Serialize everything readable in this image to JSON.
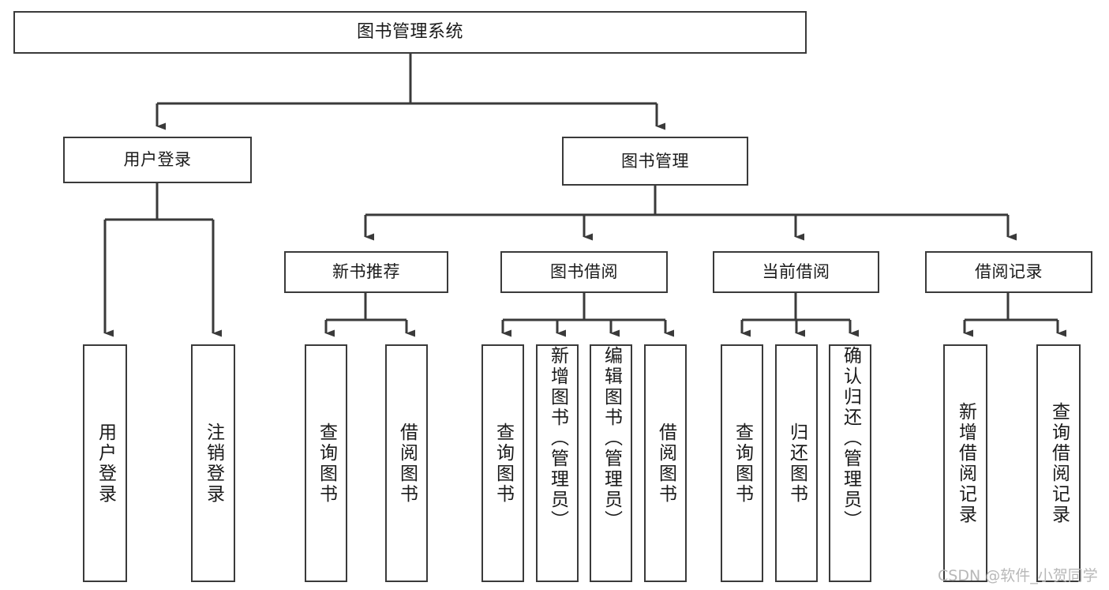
{
  "diagram": {
    "type": "tree-hierarchy",
    "title": "图书管理系统",
    "orientation": "top-down",
    "root": {
      "id": "root",
      "label": "图书管理系统",
      "level": 0
    },
    "level1": [
      {
        "id": "user-login",
        "label": "用户登录"
      },
      {
        "id": "book-management",
        "label": "图书管理"
      }
    ],
    "level2": [
      {
        "id": "new-book-recommend",
        "label": "新书推荐",
        "parent": "book-management"
      },
      {
        "id": "book-borrow",
        "label": "图书借阅",
        "parent": "book-management"
      },
      {
        "id": "current-borrow",
        "label": "当前借阅",
        "parent": "book-management"
      },
      {
        "id": "borrow-record",
        "label": "借阅记录",
        "parent": "book-management"
      }
    ],
    "leaves": [
      {
        "id": "leaf-user-login",
        "label": "用户登录",
        "parent": "user-login"
      },
      {
        "id": "leaf-logout",
        "label": "注销登录",
        "parent": "user-login"
      },
      {
        "id": "leaf-query-book-1",
        "label": "查询图书",
        "parent": "new-book-recommend"
      },
      {
        "id": "leaf-borrow-book-1",
        "label": "借阅图书",
        "parent": "new-book-recommend"
      },
      {
        "id": "leaf-query-book-2",
        "label": "查询图书",
        "parent": "book-borrow"
      },
      {
        "id": "leaf-add-book",
        "label": "新增图书（管理员）",
        "parent": "book-borrow"
      },
      {
        "id": "leaf-edit-book",
        "label": "编辑图书（管理员）",
        "parent": "book-borrow"
      },
      {
        "id": "leaf-borrow-book-2",
        "label": "借阅图书",
        "parent": "book-borrow"
      },
      {
        "id": "leaf-query-book-3",
        "label": "查询图书",
        "parent": "current-borrow"
      },
      {
        "id": "leaf-return-book",
        "label": "归还图书",
        "parent": "current-borrow"
      },
      {
        "id": "leaf-confirm-return",
        "label": "确认归还（管理员）",
        "parent": "current-borrow"
      },
      {
        "id": "leaf-add-record",
        "label": "新增借阅记录",
        "parent": "borrow-record"
      },
      {
        "id": "leaf-query-record",
        "label": "查询借阅记录",
        "parent": "borrow-record"
      }
    ]
  },
  "watermark": {
    "text": "CSDN @软件_小贺同学"
  },
  "colors": {
    "border": "#3a3a3a",
    "text": "#1a1a1a",
    "background": "#ffffff",
    "watermark": "#b8b8b8"
  }
}
